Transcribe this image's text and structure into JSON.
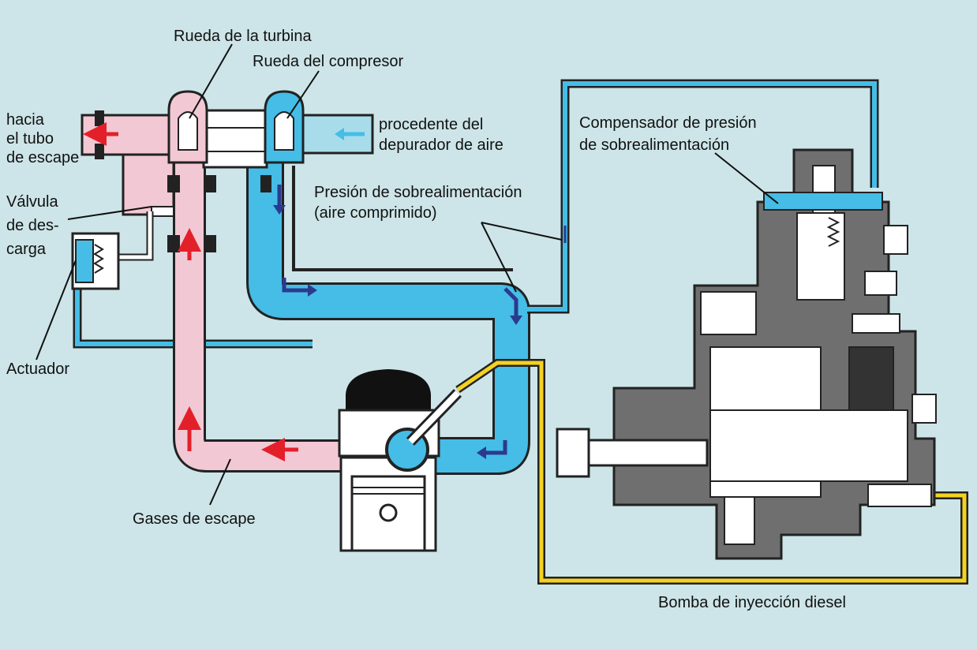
{
  "labels": {
    "turbine_wheel": "Rueda de la turbina",
    "compressor_wheel": "Rueda del compresor",
    "to_exhaust_1": "hacia",
    "to_exhaust_2": "el tubo",
    "to_exhaust_3": "de escape",
    "from_air_cleaner_1": "procedente del",
    "from_air_cleaner_2": "depurador de aire",
    "wastegate_1": "Válvula",
    "wastegate_2": "de des-",
    "wastegate_3": "carga",
    "actuator": "Actuador",
    "boost_pressure_1": "Presión de sobrealimentación",
    "boost_pressure_2": "(aire comprimido)",
    "compensator_1": "Compensador de presión",
    "compensator_2": "de sobrealimentación",
    "exhaust_gases": "Gases de escape",
    "injection_pump": "Bomba de inyección diesel"
  },
  "colors": {
    "background": "#cde5e8",
    "exhaust": "#f2c8d4",
    "boost_air": "#45bde6",
    "intake_air": "#a9dcea",
    "fuel_line": "#f4d21f",
    "arrow_exhaust": "#e3202a",
    "arrow_boost": "#2b3a8f",
    "arrow_intake": "#45bde6",
    "pump_body": "#6f6f6f"
  }
}
